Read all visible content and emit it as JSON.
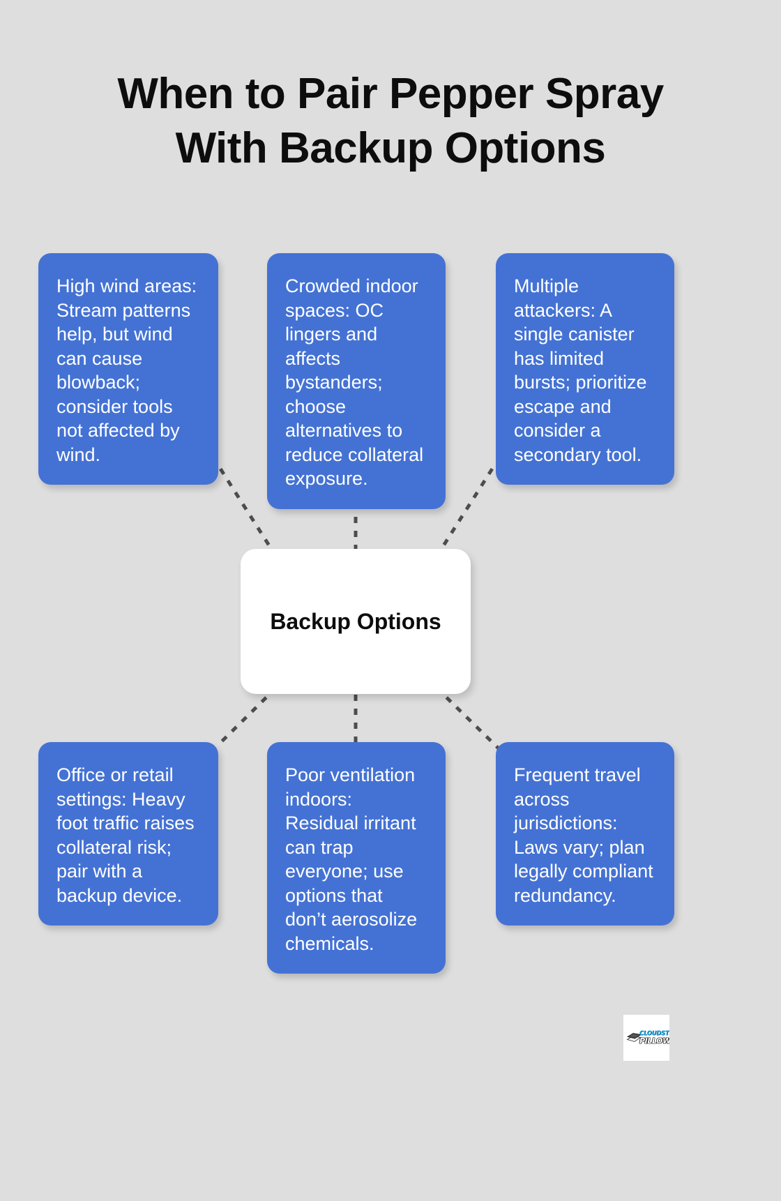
{
  "page": {
    "background_color": "#dedede",
    "accent_color": "#4472d4",
    "text_color_on_accent": "#ffffff",
    "connector_color": "#4d4d4d"
  },
  "title": {
    "line1": "When to Pair Pepper Spray",
    "line2": "With Backup Options"
  },
  "center": {
    "label": "Backup Options"
  },
  "nodes": {
    "top_left": {
      "text": "High wind areas: Stream patterns help, but wind can cause blowback; consider tools not affected by wind."
    },
    "top_middle": {
      "text": "Crowded indoor spaces: OC lingers and affects bystanders; choose alternatives to reduce collateral exposure."
    },
    "top_right": {
      "text": "Multiple attackers: A single canister has limited bursts; prioritize escape and consider a secondary tool."
    },
    "bottom_left": {
      "text": "Office or retail settings: Heavy foot traffic raises collateral risk; pair with a backup device."
    },
    "bottom_middle": {
      "text": "Poor ventilation indoors: Residual irritant can trap everyone; use options that don’t aerosolize chemicals."
    },
    "bottom_right": {
      "text": "Frequent travel across jurisdictions: Laws vary; plan legally compliant redundancy."
    }
  },
  "logo": {
    "word1": "CLOUDSTER",
    "word2": "PILLOW"
  }
}
